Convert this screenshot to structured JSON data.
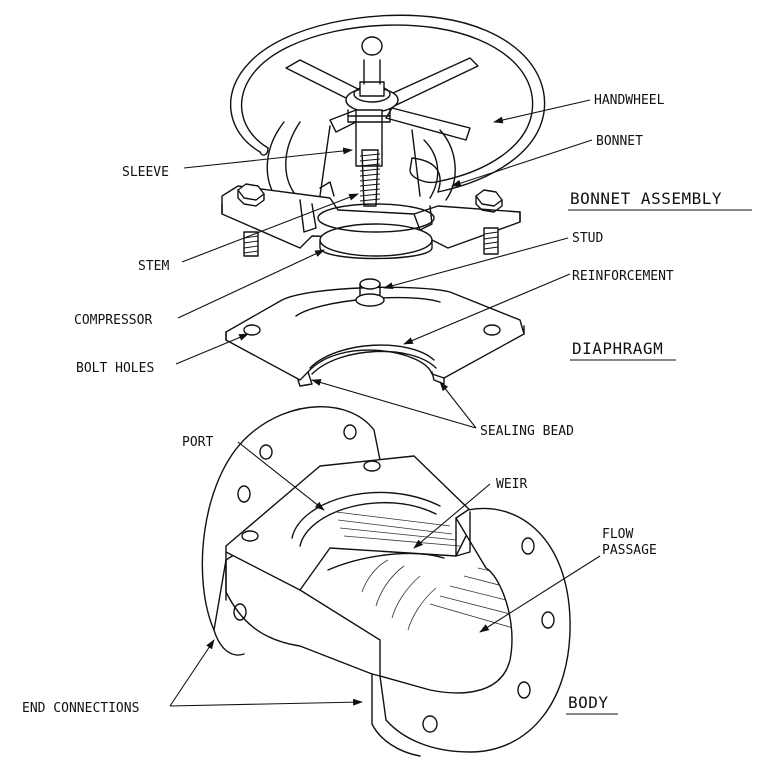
{
  "labels": {
    "handwheel": "HANDWHEEL",
    "bonnet": "BONNET",
    "bonnet_assembly": "BONNET ASSEMBLY",
    "sleeve": "SLEEVE",
    "stem": "STEM",
    "stud": "STUD",
    "reinforcement": "REINFORCEMENT",
    "compressor": "COMPRESSOR",
    "diaphragm": "DIAPHRAGM",
    "bolt_holes": "BOLT HOLES",
    "sealing_bead": "SEALING BEAD",
    "port": "PORT",
    "weir": "WEIR",
    "flow_passage_1": "FLOW",
    "flow_passage_2": "PASSAGE",
    "end_connections": "END CONNECTIONS",
    "body": "BODY"
  },
  "colors": {
    "ink": "#111111",
    "background": "#ffffff"
  }
}
